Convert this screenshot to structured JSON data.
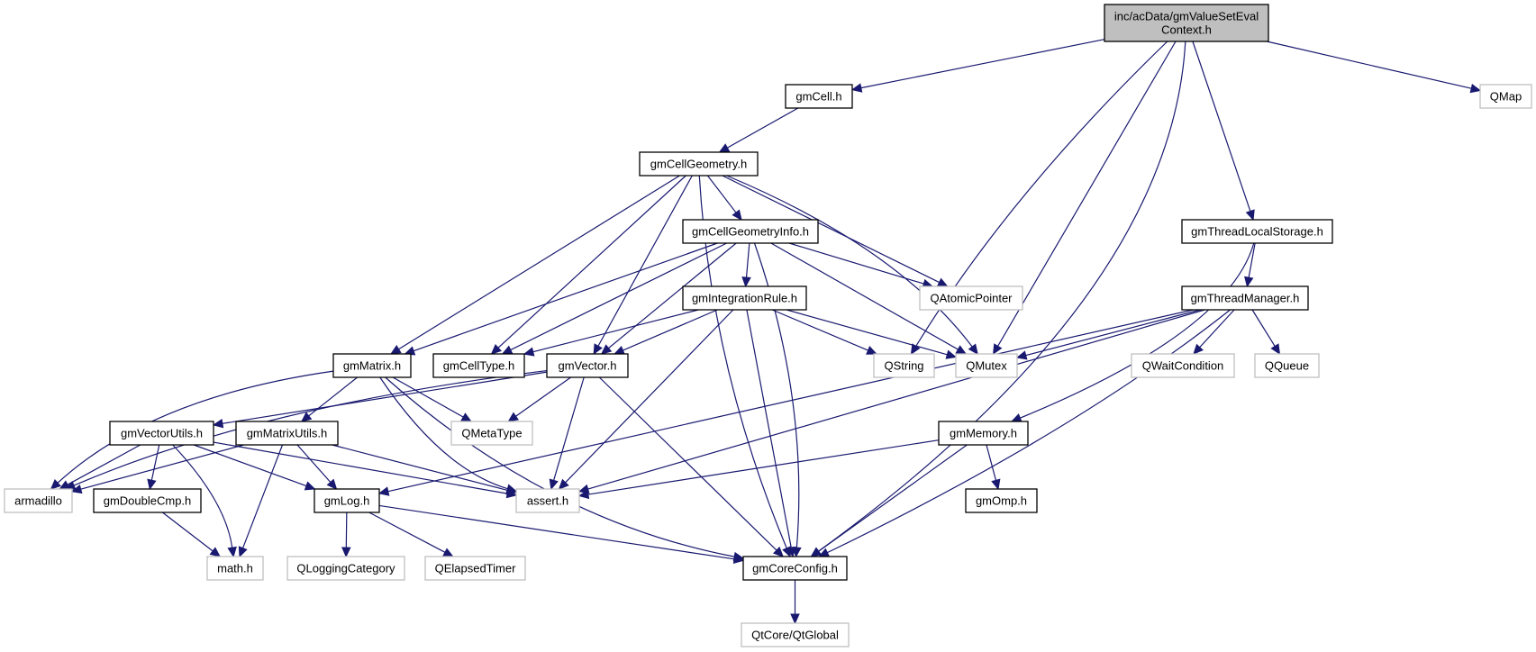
{
  "diagram": {
    "type": "include-dependency-graph",
    "colors": {
      "edge": "#191970",
      "root_fill": "#bfbfbf",
      "internal_border": "#000000",
      "external_border": "#bfbfbf"
    },
    "nodes": [
      {
        "id": "root",
        "label_lines": [
          "inc/acData/gmValueSetEval",
          "Context.h"
        ],
        "kind": "root"
      },
      {
        "id": "gmCell",
        "label_lines": [
          "gmCell.h"
        ],
        "kind": "internal"
      },
      {
        "id": "QMap",
        "label_lines": [
          "QMap"
        ],
        "kind": "external"
      },
      {
        "id": "gmCellGeometry",
        "label_lines": [
          "gmCellGeometry.h"
        ],
        "kind": "internal"
      },
      {
        "id": "gmCellGeometryInfo",
        "label_lines": [
          "gmCellGeometryInfo.h"
        ],
        "kind": "internal"
      },
      {
        "id": "QAtomicPointer",
        "label_lines": [
          "QAtomicPointer"
        ],
        "kind": "external"
      },
      {
        "id": "gmThreadLocalStorage",
        "label_lines": [
          "gmThreadLocalStorage.h"
        ],
        "kind": "internal"
      },
      {
        "id": "gmThreadManager",
        "label_lines": [
          "gmThreadManager.h"
        ],
        "kind": "internal"
      },
      {
        "id": "gmIntegrationRule",
        "label_lines": [
          "gmIntegrationRule.h"
        ],
        "kind": "internal"
      },
      {
        "id": "gmMatrix",
        "label_lines": [
          "gmMatrix.h"
        ],
        "kind": "internal"
      },
      {
        "id": "gmCellType",
        "label_lines": [
          "gmCellType.h"
        ],
        "kind": "internal"
      },
      {
        "id": "gmVector",
        "label_lines": [
          "gmVector.h"
        ],
        "kind": "internal"
      },
      {
        "id": "QString",
        "label_lines": [
          "QString"
        ],
        "kind": "external"
      },
      {
        "id": "QMutex",
        "label_lines": [
          "QMutex"
        ],
        "kind": "external"
      },
      {
        "id": "QWaitCondition",
        "label_lines": [
          "QWaitCondition"
        ],
        "kind": "external"
      },
      {
        "id": "QQueue",
        "label_lines": [
          "QQueue"
        ],
        "kind": "external"
      },
      {
        "id": "gmVectorUtils",
        "label_lines": [
          "gmVectorUtils.h"
        ],
        "kind": "internal"
      },
      {
        "id": "gmMatrixUtils",
        "label_lines": [
          "gmMatrixUtils.h"
        ],
        "kind": "internal"
      },
      {
        "id": "QMetaType",
        "label_lines": [
          "QMetaType"
        ],
        "kind": "external"
      },
      {
        "id": "gmMemory",
        "label_lines": [
          "gmMemory.h"
        ],
        "kind": "internal"
      },
      {
        "id": "armadillo",
        "label_lines": [
          "armadillo"
        ],
        "kind": "external"
      },
      {
        "id": "gmDoubleCmp",
        "label_lines": [
          "gmDoubleCmp.h"
        ],
        "kind": "internal"
      },
      {
        "id": "gmLog",
        "label_lines": [
          "gmLog.h"
        ],
        "kind": "internal"
      },
      {
        "id": "assert",
        "label_lines": [
          "assert.h"
        ],
        "kind": "external"
      },
      {
        "id": "gmOmp",
        "label_lines": [
          "gmOmp.h"
        ],
        "kind": "internal"
      },
      {
        "id": "math",
        "label_lines": [
          "math.h"
        ],
        "kind": "external"
      },
      {
        "id": "QLoggingCategory",
        "label_lines": [
          "QLoggingCategory"
        ],
        "kind": "external"
      },
      {
        "id": "QElapsedTimer",
        "label_lines": [
          "QElapsedTimer"
        ],
        "kind": "external"
      },
      {
        "id": "gmCoreConfig",
        "label_lines": [
          "gmCoreConfig.h"
        ],
        "kind": "internal"
      },
      {
        "id": "QtGlobal",
        "label_lines": [
          "QtCore/QtGlobal"
        ],
        "kind": "external"
      }
    ],
    "edges": [
      [
        "root",
        "gmCell"
      ],
      [
        "root",
        "QMap"
      ],
      [
        "root",
        "gmThreadLocalStorage"
      ],
      [
        "root",
        "QString"
      ],
      [
        "root",
        "QMutex"
      ],
      [
        "root",
        "gmCoreConfig"
      ],
      [
        "gmCell",
        "gmCellGeometry"
      ],
      [
        "gmCellGeometry",
        "gmCellGeometryInfo"
      ],
      [
        "gmCellGeometry",
        "gmMatrix"
      ],
      [
        "gmCellGeometry",
        "gmCellType"
      ],
      [
        "gmCellGeometry",
        "gmVector"
      ],
      [
        "gmCellGeometry",
        "QAtomicPointer"
      ],
      [
        "gmCellGeometry",
        "QMutex"
      ],
      [
        "gmCellGeometry",
        "gmCoreConfig"
      ],
      [
        "gmCellGeometryInfo",
        "gmIntegrationRule"
      ],
      [
        "gmCellGeometryInfo",
        "gmMatrix"
      ],
      [
        "gmCellGeometryInfo",
        "gmCellType"
      ],
      [
        "gmCellGeometryInfo",
        "gmVector"
      ],
      [
        "gmCellGeometryInfo",
        "QAtomicPointer"
      ],
      [
        "gmCellGeometryInfo",
        "QMutex"
      ],
      [
        "gmCellGeometryInfo",
        "gmCoreConfig"
      ],
      [
        "gmIntegrationRule",
        "gmCellType"
      ],
      [
        "gmIntegrationRule",
        "gmVector"
      ],
      [
        "gmIntegrationRule",
        "QString"
      ],
      [
        "gmIntegrationRule",
        "QMutex"
      ],
      [
        "gmIntegrationRule",
        "assert"
      ],
      [
        "gmIntegrationRule",
        "gmCoreConfig"
      ],
      [
        "gmThreadLocalStorage",
        "gmThreadManager"
      ],
      [
        "gmThreadLocalStorage",
        "gmMemory"
      ],
      [
        "gmThreadManager",
        "QMutex"
      ],
      [
        "gmThreadManager",
        "QWaitCondition"
      ],
      [
        "gmThreadManager",
        "QQueue"
      ],
      [
        "gmThreadManager",
        "gmLog"
      ],
      [
        "gmThreadManager",
        "assert"
      ],
      [
        "gmThreadManager",
        "gmCoreConfig"
      ],
      [
        "gmMatrix",
        "armadillo"
      ],
      [
        "gmMatrix",
        "gmMatrixUtils"
      ],
      [
        "gmMatrix",
        "QMetaType"
      ],
      [
        "gmMatrix",
        "assert"
      ],
      [
        "gmMatrix",
        "gmCoreConfig"
      ],
      [
        "gmVector",
        "gmVectorUtils"
      ],
      [
        "gmVector",
        "armadillo"
      ],
      [
        "gmVector",
        "QMetaType"
      ],
      [
        "gmVector",
        "assert"
      ],
      [
        "gmVector",
        "gmCoreConfig"
      ],
      [
        "gmVectorUtils",
        "armadillo"
      ],
      [
        "gmVectorUtils",
        "gmDoubleCmp"
      ],
      [
        "gmVectorUtils",
        "math"
      ],
      [
        "gmVectorUtils",
        "gmLog"
      ],
      [
        "gmVectorUtils",
        "assert"
      ],
      [
        "gmMatrixUtils",
        "armadillo"
      ],
      [
        "gmMatrixUtils",
        "math"
      ],
      [
        "gmMatrixUtils",
        "gmLog"
      ],
      [
        "gmMatrixUtils",
        "assert"
      ],
      [
        "gmDoubleCmp",
        "math"
      ],
      [
        "gmLog",
        "QLoggingCategory"
      ],
      [
        "gmLog",
        "QElapsedTimer"
      ],
      [
        "gmLog",
        "gmCoreConfig"
      ],
      [
        "gmMemory",
        "assert"
      ],
      [
        "gmMemory",
        "gmOmp"
      ],
      [
        "gmMemory",
        "gmCoreConfig"
      ],
      [
        "gmCoreConfig",
        "QtGlobal"
      ]
    ]
  }
}
